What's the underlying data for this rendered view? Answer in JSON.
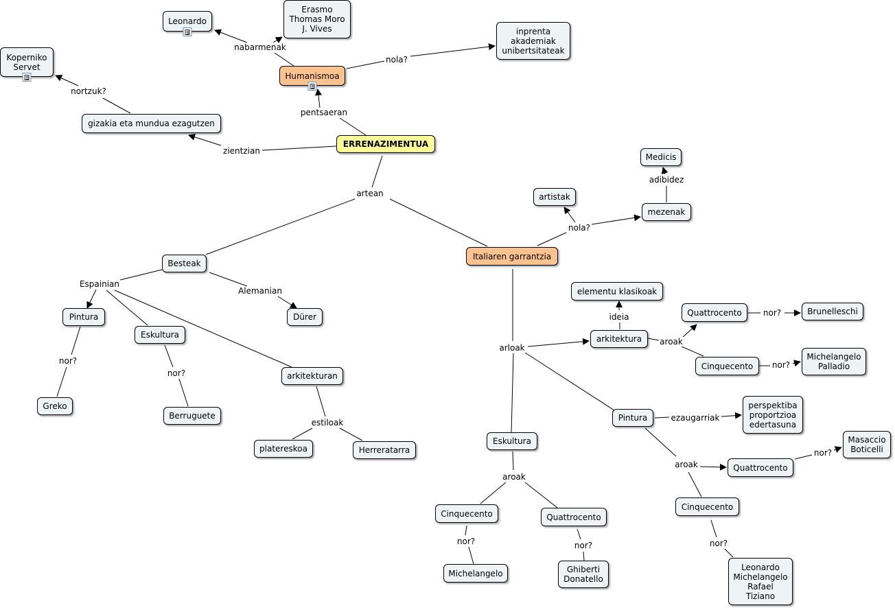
{
  "nodes": {
    "errenazimentua": "ERRENAZIMENTUA",
    "humanismoa": "Humanismoa",
    "leonardo": "Leonardo",
    "erasmo": [
      "Erasmo",
      "Thomas Moro",
      "J. Vives"
    ],
    "inprenta": [
      "inprenta",
      "akademiak",
      "unibertsitateak"
    ],
    "koperniko": [
      "Koperniko",
      "Servet"
    ],
    "gizakia": "gizakia eta mundua ezagutzen",
    "besteak": "Besteak",
    "durer": "Dürer",
    "pintura_es": "Pintura",
    "eskultura_es": "Eskultura",
    "arkitekturan": "arkitekturan",
    "greko": "Greko",
    "berruguete": "Berruguete",
    "platereskoa": "platereskoa",
    "herreratarra": "Herreratarra",
    "italiaren": "Italiaren garrantzia",
    "artistak": "artistak",
    "mezenak": "mezenak",
    "medicis": "Medicis",
    "elementu": "elementu klasikoak",
    "arkitektura": "arkitektura",
    "quattrocento_ark": "Quattrocento",
    "brunelleschi": "Brunelleschi",
    "cinquecento_ark": "Cinquecento",
    "michelangelo_palladio": [
      "Michelangelo",
      "Palladio"
    ],
    "pintura_it": "Pintura",
    "perspektiba": [
      "perspektiba",
      "proportzioa",
      "edertasuna"
    ],
    "quattrocento_pin": "Quattrocento",
    "masaccio": [
      "Masaccio",
      "Boticelli"
    ],
    "cinquecento_pin": "Cinquecento",
    "leonardo_list": [
      "Leonardo",
      "Michelangelo",
      "Rafael",
      "Tiziano"
    ],
    "eskultura_it": "Eskultura",
    "cinquecento_esk": "Cinquecento",
    "michelangelo": "Michelangelo",
    "quattrocento_esk": "Quattrocento",
    "ghiberti": [
      "Ghiberti",
      "Donatello"
    ]
  },
  "linking_phrases": {
    "nabarmenak": "nabarmenak",
    "nola_hum": "nola?",
    "pentsaeran": "pentsaeran",
    "zientzian": "zientzian",
    "nortzuk": "nortzuk?",
    "artean": "artean",
    "espainian": "Espainian",
    "alemanian": "Alemanian",
    "nor_pintura": "nor?",
    "nor_eskultura": "nor?",
    "estiloak": "estiloak",
    "nola_ita": "nola?",
    "adibidez": "adibidez",
    "arloak": "arloak",
    "ideia": "ideia",
    "aroak_ark": "aroak",
    "nor_q_ark": "nor?",
    "nor_c_ark": "nor?",
    "ezaugarriak": "ezaugarriak",
    "aroak_pin": "aroak",
    "nor_q_pin": "nor?",
    "nor_c_pin": "nor?",
    "aroak_esk": "aroak",
    "nor_c_esk": "nor?",
    "nor_q_esk": "nor?"
  }
}
